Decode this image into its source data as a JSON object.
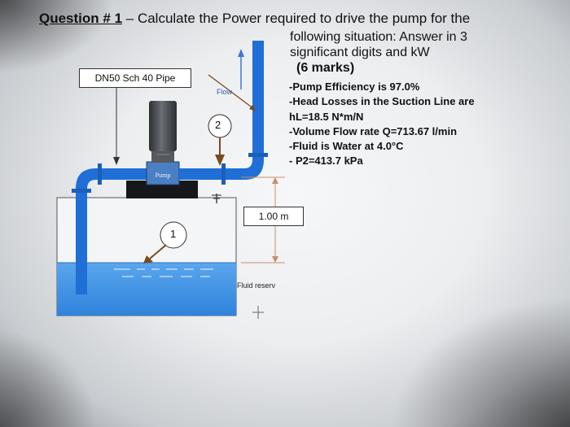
{
  "question": {
    "number": "Question # 1",
    "dash": " – ",
    "lead": "Calculate the Power required to drive the pump for the",
    "continuation": [
      "following situation: Answer in 3",
      "significant digits and kW"
    ],
    "marks": "(6 marks)",
    "givens": [
      "-Pump Efficiency is 97.0%",
      "-Head Losses in the Suction Line are",
      "hL=18.5 N*m/N",
      "-Volume Flow rate Q=713.67 l/min",
      "-Fluid is Water at 4.0°C",
      "- P2=413.7 kPa"
    ]
  },
  "diagram": {
    "pipe_label": "DN50 Sch 40 Pipe",
    "flow_label": "Flow",
    "pump_label": "Pump",
    "point_1": "1",
    "point_2": "2",
    "height_label": "1.00 m",
    "reservoir_label": "Fluid reserv",
    "colors": {
      "pipe": "#1f6fd6",
      "water": "#3b8fe3",
      "pump_body": "#3a3d42"
    }
  }
}
